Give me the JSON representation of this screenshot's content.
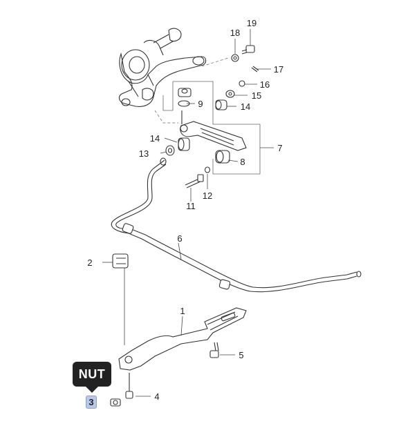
{
  "tooltip": {
    "text": "NUT"
  },
  "highlighted_callout": "3",
  "callouts": [
    {
      "id": "1",
      "label": "1"
    },
    {
      "id": "2",
      "label": "2"
    },
    {
      "id": "4",
      "label": "4"
    },
    {
      "id": "5",
      "label": "5"
    },
    {
      "id": "6",
      "label": "6"
    },
    {
      "id": "7",
      "label": "7"
    },
    {
      "id": "8",
      "label": "8"
    },
    {
      "id": "9",
      "label": "9"
    },
    {
      "id": "11",
      "label": "11"
    },
    {
      "id": "12",
      "label": "12"
    },
    {
      "id": "13",
      "label": "13"
    },
    {
      "id": "14a",
      "label": "14"
    },
    {
      "id": "14b",
      "label": "14"
    },
    {
      "id": "15",
      "label": "15"
    },
    {
      "id": "16",
      "label": "16"
    },
    {
      "id": "17",
      "label": "17"
    },
    {
      "id": "18",
      "label": "18"
    },
    {
      "id": "19",
      "label": "19"
    }
  ],
  "colors": {
    "tooltip_bg": "#222222",
    "highlight": "#b9c8e6",
    "line": "#333333"
  }
}
